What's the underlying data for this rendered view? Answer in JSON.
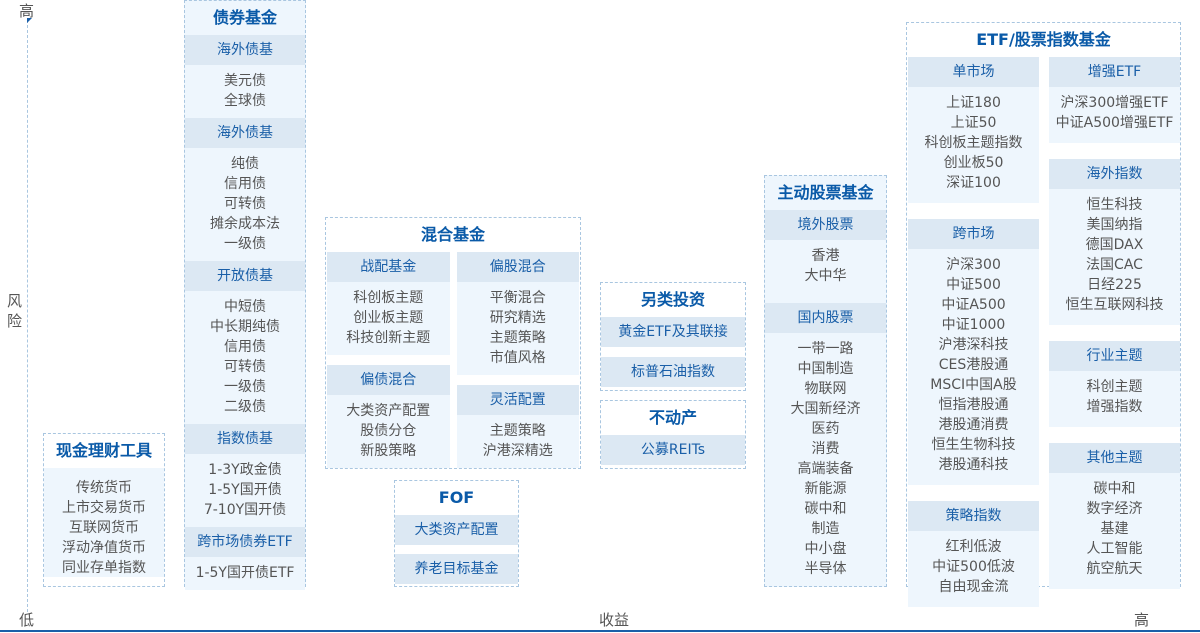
{
  "axes": {
    "y_top": "高",
    "y_label": "风险",
    "x_origin": "低",
    "x_label": "收益",
    "x_right": "高"
  },
  "boxes": [
    {
      "id": "b-cash",
      "name": "cash-management",
      "title": "现金理财工具",
      "columns": [
        [
          {
            "items": [
              "传统货币",
              "上市交易货币",
              "互联网货币",
              "浮动净值货币",
              "同业存单指数"
            ]
          }
        ]
      ]
    },
    {
      "id": "b-bond",
      "name": "bond-fund",
      "title": "债券基金",
      "columns": [
        [
          {
            "head": "海外债基",
            "items": [
              "美元债",
              "全球债"
            ]
          },
          {
            "head": "海外债基",
            "items": [
              "纯债",
              "信用债",
              "可转债",
              "摊余成本法",
              "一级债"
            ]
          },
          {
            "head": "开放债基",
            "items": [
              "中短债",
              "中长期纯债",
              "信用债",
              "可转债",
              "一级债",
              "二级债"
            ]
          },
          {
            "head": "指数债基",
            "items": [
              "1-3Y政金债",
              "1-5Y国开债",
              "7-10Y国开债"
            ]
          },
          {
            "head": "跨市场债券ETF",
            "items": [
              "1-5Y国开债ETF"
            ]
          }
        ]
      ]
    },
    {
      "id": "b-mix",
      "name": "hybrid-fund",
      "title": "混合基金",
      "columns": [
        [
          {
            "head": "战配基金",
            "items": [
              "科创板主题",
              "创业板主题",
              "科技创新主题"
            ]
          },
          {
            "head": "偏债混合",
            "items": [
              "大类资产配置",
              "股债分仓",
              "新股策略"
            ]
          }
        ],
        [
          {
            "head": "偏股混合",
            "items": [
              "平衡混合",
              "研究精选",
              "主题策略",
              "市值风格"
            ]
          },
          {
            "head": "灵活配置",
            "items": [
              "主题策略",
              "沪港深精选"
            ]
          }
        ]
      ]
    },
    {
      "id": "b-fof",
      "name": "fof-fund",
      "title": "FOF",
      "columns": [
        [
          {
            "head": "大类资产配置"
          },
          {
            "head": "养老目标基金"
          }
        ]
      ]
    },
    {
      "id": "b-alt",
      "name": "alternative-investment",
      "title": "另类投资",
      "columns": [
        [
          {
            "head": "黄金ETF及其联接"
          },
          {
            "head": "标普石油指数"
          }
        ]
      ]
    },
    {
      "id": "b-re",
      "name": "real-estate",
      "title": "不动产",
      "columns": [
        [
          {
            "head": "公募REITs"
          }
        ]
      ]
    },
    {
      "id": "b-stock",
      "name": "active-equity-fund",
      "title": "主动股票基金",
      "columns": [
        [
          {
            "head": "境外股票",
            "items": [
              "香港",
              "大中华"
            ]
          },
          {
            "head": "国内股票",
            "items": [
              "一带一路",
              "中国制造",
              "物联网",
              "大国新经济",
              "医药",
              "消费",
              "高端装备",
              "新能源",
              "碳中和",
              "制造",
              "中小盘",
              "半导体"
            ]
          }
        ]
      ]
    },
    {
      "id": "b-etf",
      "name": "etf-index-fund",
      "title": "ETF/股票指数基金",
      "columns": [
        [
          {
            "head": "单市场",
            "items": [
              "上证180",
              "上证50",
              "科创板主题指数",
              "创业板50",
              "深证100"
            ]
          },
          {
            "head": "跨市场",
            "items": [
              "沪深300",
              "中证500",
              "中证A500",
              "中证1000",
              "沪港深科技",
              "CES港股通",
              "MSCI中国A股",
              "恒指港股通",
              "港股通消费",
              "恒生生物科技",
              "港股通科技"
            ]
          },
          {
            "head": "策略指数",
            "items": [
              "红利低波",
              "中证500低波",
              "自由现金流"
            ]
          }
        ],
        [
          {
            "head": "增强ETF",
            "items": [
              "沪深300增强ETF",
              "中证A500增强ETF"
            ]
          },
          {
            "head": "海外指数",
            "items": [
              "恒生科技",
              "美国纳指",
              "德国DAX",
              "法国CAC",
              "日经225",
              "恒生互联网科技"
            ]
          },
          {
            "head": "行业主题",
            "items": [
              "科创主题",
              "增强指数"
            ]
          },
          {
            "head": "其他主题",
            "items": [
              "碳中和",
              "数字经济",
              "基建",
              "人工智能",
              "航空航天"
            ]
          }
        ]
      ]
    }
  ]
}
